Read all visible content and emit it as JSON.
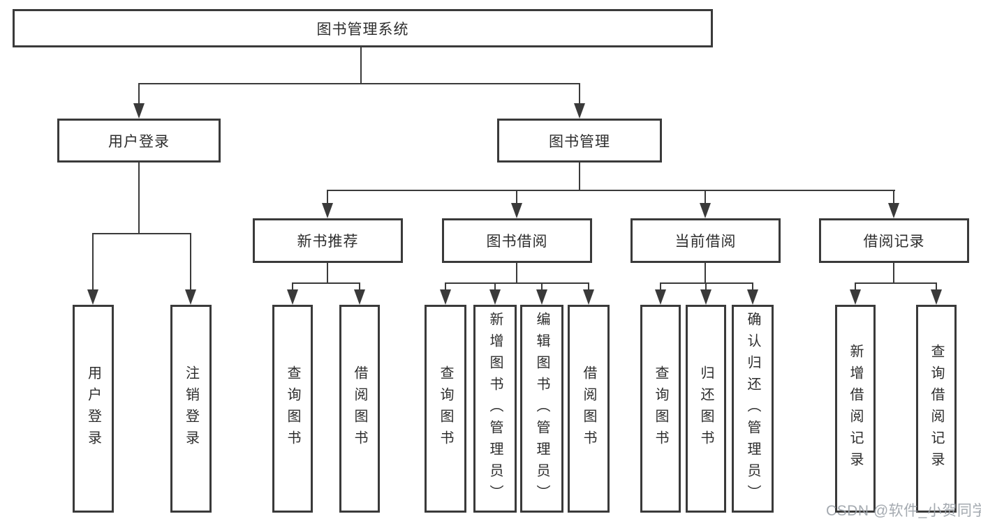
{
  "diagram": {
    "type": "tree",
    "root": {
      "label": "图书管理系统"
    },
    "level2": {
      "user_login": {
        "label": "用户登录"
      },
      "book_mgmt": {
        "label": "图书管理"
      }
    },
    "level3": {
      "new_book_rec": {
        "label": "新书推荐"
      },
      "book_borrow": {
        "label": "图书借阅"
      },
      "current_borrow": {
        "label": "当前借阅"
      },
      "borrow_records": {
        "label": "借阅记录"
      }
    },
    "leaves": {
      "user_login": [
        {
          "label": "用户登录"
        },
        {
          "label": "注销登录"
        }
      ],
      "new_book_rec": [
        {
          "label": "查询图书"
        },
        {
          "label": "借阅图书"
        }
      ],
      "book_borrow": [
        {
          "label": "查询图书"
        },
        {
          "label": "新增图书（管理员）"
        },
        {
          "label": "编辑图书（管理员）"
        },
        {
          "label": "借阅图书"
        }
      ],
      "current_borrow": [
        {
          "label": "查询图书"
        },
        {
          "label": "归还图书"
        },
        {
          "label": "确认归还（管理员）"
        }
      ],
      "borrow_records": [
        {
          "label": "新增借阅记录"
        },
        {
          "label": "查询借阅记录"
        }
      ]
    }
  },
  "watermark": {
    "text": "CSDN @软件_小贺同学",
    "color": "#9ba1a8"
  },
  "colors": {
    "line": "#3a3a3a",
    "text": "#2d2d2d",
    "background": "#ffffff"
  }
}
